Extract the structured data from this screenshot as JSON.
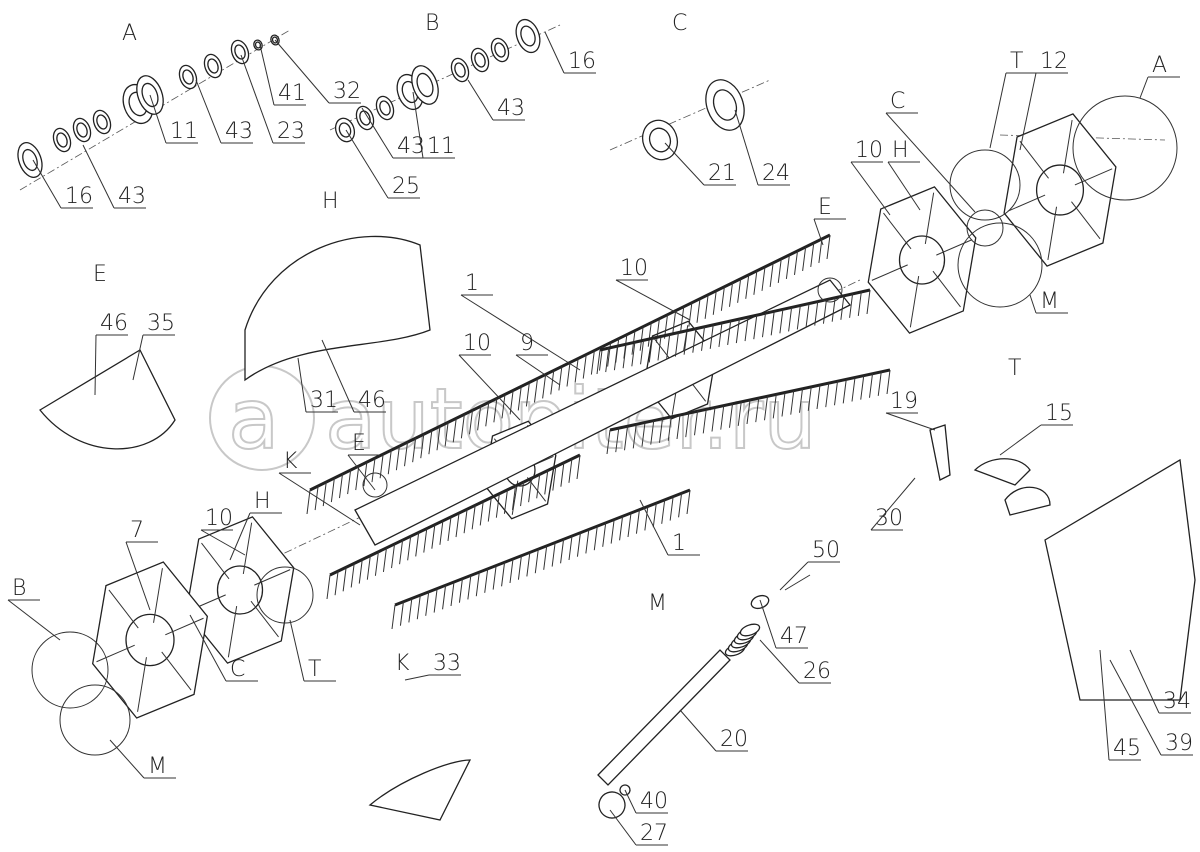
{
  "diagram": {
    "watermark": "autopiter.ru",
    "callouts": [
      "A",
      "B",
      "C",
      "16",
      "43",
      "11",
      "43",
      "25",
      "32",
      "41",
      "23",
      "43",
      "11",
      "43",
      "16",
      "H",
      "21",
      "24",
      "T",
      "12",
      "A",
      "C",
      "10",
      "H",
      "E",
      "M",
      "1",
      "E",
      "46",
      "35",
      "31",
      "46",
      "10",
      "9",
      "10",
      "T",
      "19",
      "15",
      "30",
      "K",
      "E",
      "H",
      "10",
      "7",
      "1",
      "B",
      "T",
      "C",
      "M",
      "K",
      "33",
      "M",
      "50",
      "47",
      "26",
      "20",
      "40",
      "27",
      "34",
      "39",
      "45"
    ]
  }
}
